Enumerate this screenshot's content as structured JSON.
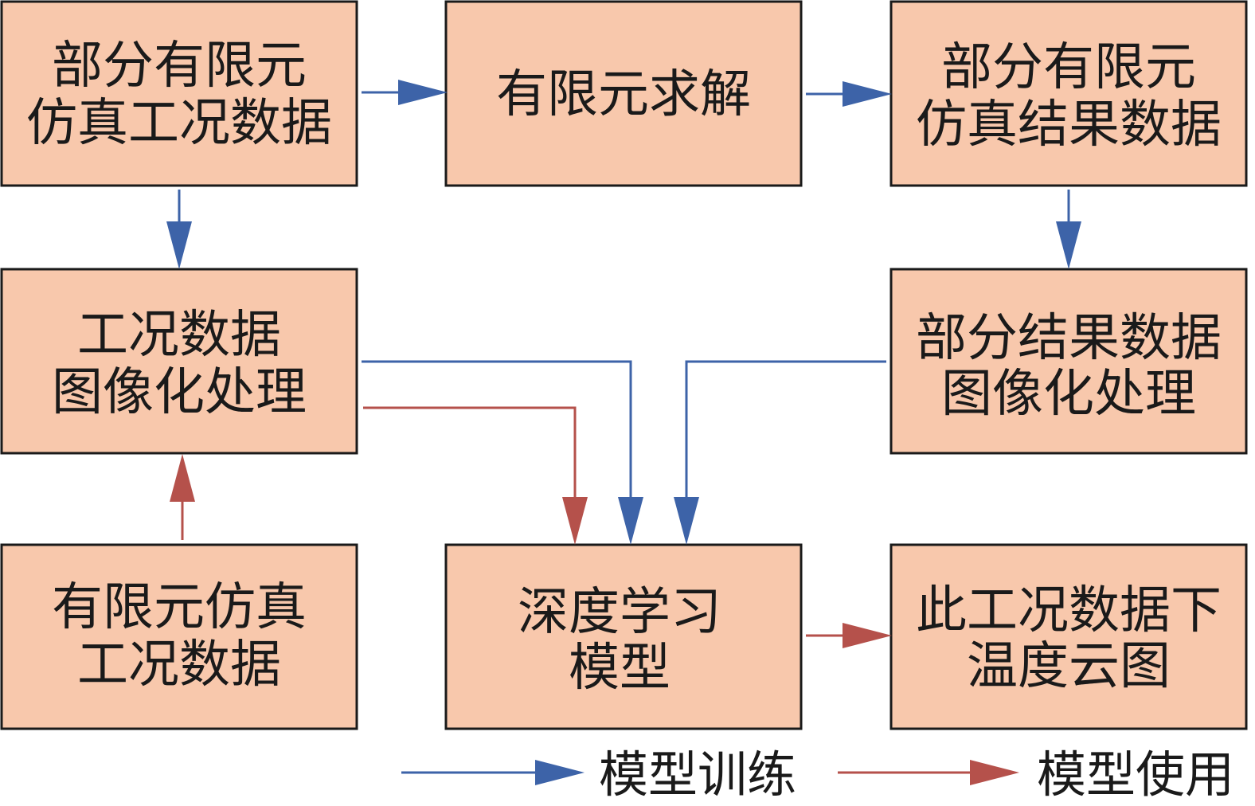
{
  "colors": {
    "box_fill": "#f8c8ac",
    "box_border": "#1a1a1a",
    "training_arrow": "#3d63a8",
    "usage_arrow": "#b5514b"
  },
  "nodes": {
    "partial_fe_conditions": {
      "line1": "部分有限元",
      "line2": "仿真工况数据"
    },
    "fe_solve": {
      "line1": "有限元求解"
    },
    "partial_fe_results": {
      "line1": "部分有限元",
      "line2": "仿真结果数据"
    },
    "condition_imaging": {
      "line1": "工况数据",
      "line2": "图像化处理"
    },
    "result_imaging": {
      "line1": "部分结果数据",
      "line2": "图像化处理"
    },
    "fe_conditions": {
      "line1": "有限元仿真",
      "line2": "工况数据"
    },
    "deep_learning_model": {
      "line1": "深度学习",
      "line2": "模型"
    },
    "temperature_cloud": {
      "line1": "此工况数据下",
      "line2": "温度云图"
    }
  },
  "edges": [
    {
      "from": "partial_fe_conditions",
      "to": "fe_solve",
      "type": "training"
    },
    {
      "from": "fe_solve",
      "to": "partial_fe_results",
      "type": "training"
    },
    {
      "from": "partial_fe_conditions",
      "to": "condition_imaging",
      "type": "training"
    },
    {
      "from": "partial_fe_results",
      "to": "result_imaging",
      "type": "training"
    },
    {
      "from": "condition_imaging",
      "to": "deep_learning_model",
      "type": "training"
    },
    {
      "from": "result_imaging",
      "to": "deep_learning_model",
      "type": "training"
    },
    {
      "from": "fe_conditions",
      "to": "condition_imaging",
      "type": "usage"
    },
    {
      "from": "condition_imaging",
      "to": "deep_learning_model",
      "type": "usage"
    },
    {
      "from": "deep_learning_model",
      "to": "temperature_cloud",
      "type": "usage"
    }
  ],
  "legend": {
    "training": "模型训练",
    "usage": "模型使用"
  }
}
